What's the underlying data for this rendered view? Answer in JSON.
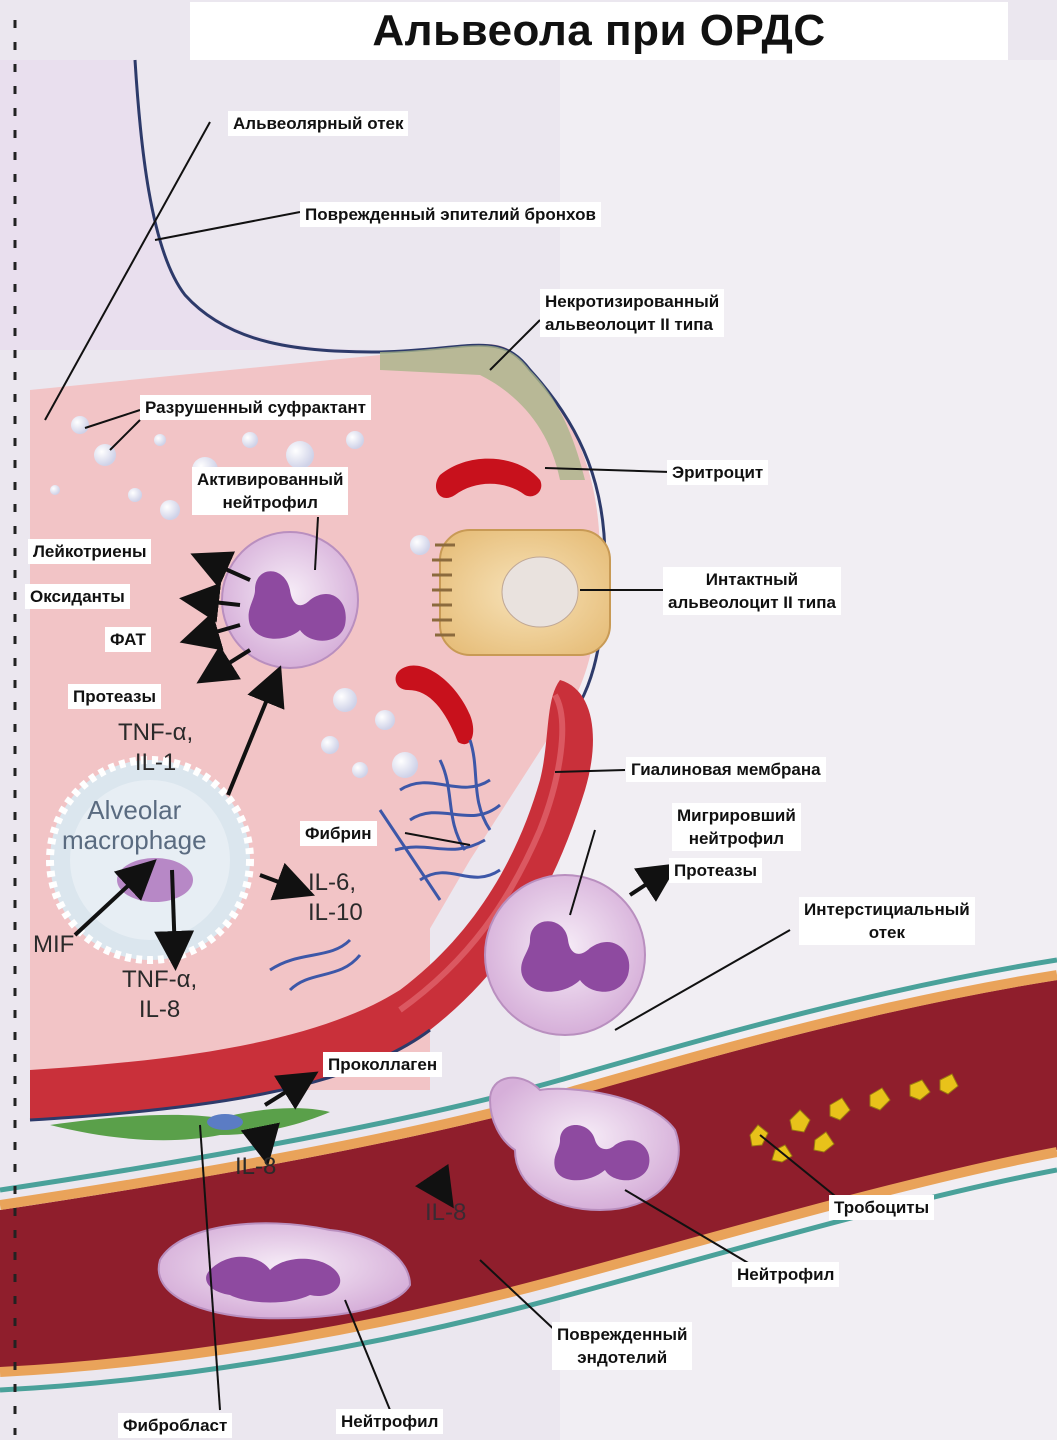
{
  "title": "Альвеола при ОРДС",
  "labels": {
    "alveolar_edema": "Альвеолярный отек",
    "bronchial_epithelium": "Поврежденный эпителий бронхов",
    "necrotic_type2": [
      "Некротизированный",
      "альвеолоцит II типа"
    ],
    "surfactant": "Разрушенный суфрактант",
    "erythrocyte": "Эритроцит",
    "activated_neutrophil": [
      "Активированный",
      "нейтрофил"
    ],
    "leukotrienes": "Лейкотриены",
    "oxidants": "Оксиданты",
    "fat": "ФАТ",
    "proteases_left": "Протеазы",
    "intact_type2": [
      "Интактный",
      "альвеолоцит II типа"
    ],
    "hyaline_membrane": "Гиалиновая мембрана",
    "fibrin": "Фибрин",
    "migrated_neutrophil": [
      "Мигрировший",
      "нейтрофил"
    ],
    "proteases_right": "Протеазы",
    "interstitial_edema": [
      "Интерстициальный",
      "отек"
    ],
    "procollagen": "Проколлаген",
    "platelets": "Тробоциты",
    "neutrophil_vessel": "Нейтрофил",
    "damaged_endothelium": [
      "Поврежденный",
      "эндотелий"
    ],
    "fibroblast": "Фибробласт",
    "neutrophil_bottom": "Нейтрофил"
  },
  "mediators": {
    "tnf_il1": [
      "TNF-α,",
      "IL-1"
    ],
    "macrophage": [
      "Alveolar",
      "macrophage"
    ],
    "il6_il10": [
      "IL-6,",
      "IL-10"
    ],
    "mif": "MIF",
    "tnf_il8": [
      "TNF-α,",
      "IL-8"
    ],
    "il8_a": "IL-8",
    "il8_b": "IL-8"
  },
  "colors": {
    "alveolus": "#f2c4c6",
    "hyaline": "#c9303a",
    "vessel": "#8f1e2c",
    "interstitium": "#ddd6e6",
    "neutrophil": "#e6cbe8",
    "nucleus": "#8e4aa0",
    "erythrocyte": "#c8111c",
    "type2_cell": "#f2cf8c",
    "fibroblast": "#5aa04a",
    "platelet": "#e8c21a",
    "fibrin": "#3d57a8"
  }
}
